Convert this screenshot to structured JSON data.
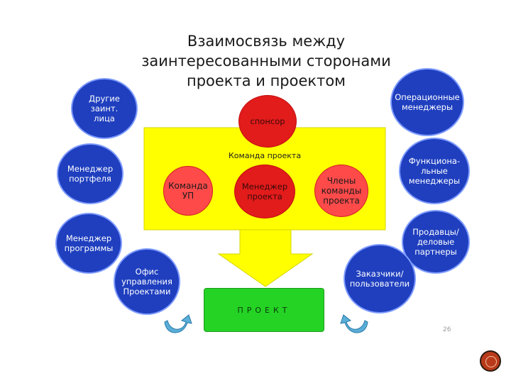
{
  "title": {
    "line1": "Взаимосвязь между",
    "line2": "заинтересованными сторонами",
    "line3": "проекта и проектом"
  },
  "team_label": "Команда проекта",
  "inner": {
    "sponsor": "спонсор",
    "team_pm": "Команда\nУП",
    "manager": "Менеджер\nпроекта",
    "members": "Члены\nкоманды\nпроекта"
  },
  "outer": {
    "other": "Другие\nзаинт.\nлица",
    "portfolio": "Менеджер\nпортфеля",
    "program": "Менеджер\nпрограммы",
    "pmo": "Офис\nуправления\nПроектами",
    "ops": "Операционные\nменеджеры",
    "functional": "Функциона-\nльные\nменеджеры",
    "sellers": "Продавцы/\nделовые\nпартнеры",
    "customers": "Заказчики/\nпользователи"
  },
  "project": "ПРОЕКТ",
  "page_number": "26",
  "colors": {
    "yellow": "#ffff00",
    "blue": "#1f3fbf",
    "red": "#e21b1b",
    "green": "#25d325",
    "arrow": "#5aaed8"
  }
}
